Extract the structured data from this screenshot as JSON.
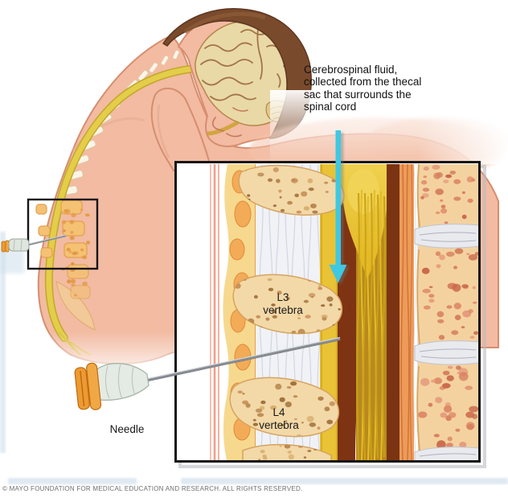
{
  "annotation": {
    "lines": [
      "Cerebrospinal fluid,",
      "collected from the thecal",
      "sac that surrounds the",
      "spinal cord"
    ]
  },
  "inset": {
    "l3_label": {
      "line1": "L3",
      "line2": "vertebra"
    },
    "l4_label": {
      "line1": "L4",
      "line2": "vertebra"
    }
  },
  "labels": {
    "needle": "Needle"
  },
  "footer": {
    "copyright": "© MAYO FOUNDATION FOR MEDICAL EDUCATION AND RESEARCH. ALL RIGHTS RESERVED."
  },
  "colors": {
    "arrow_cyan": "#3fc8e2",
    "csf_gold": "#eac32f",
    "dura_brown": "#7e3312",
    "skin": "#f2bba2",
    "bone_beige": "#f3d9a8",
    "spinal_cord_yellow": "#e3cd49",
    "footer_band": "#dbe7f1"
  }
}
